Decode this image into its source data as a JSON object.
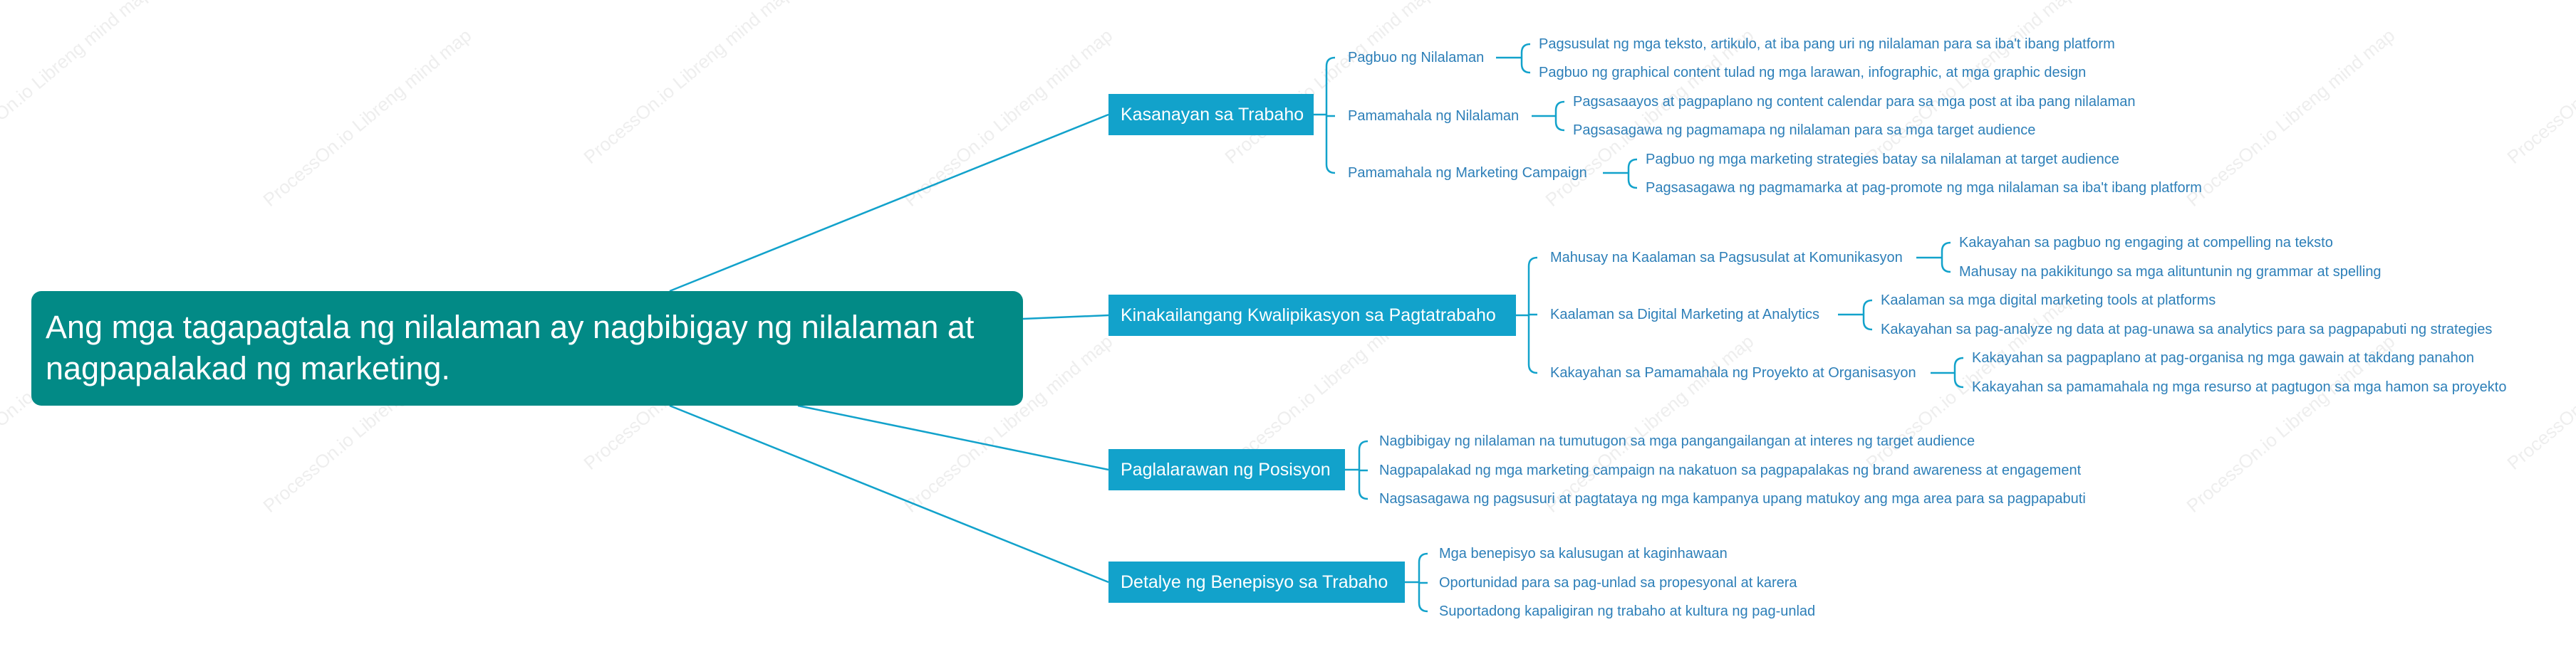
{
  "watermark": "ProcessOn.io Libreng mind map",
  "colors": {
    "root": "#028a86",
    "branch": "#12a2cb",
    "line": "#12a2cb",
    "text": "#2d7fb8"
  },
  "root": {
    "text": "Ang mga tagapagtala ng nilalaman ay nagbibigay ng nilalaman at nagpapalakad ng marketing."
  },
  "branches": [
    {
      "label": "Kasanayan sa Trabaho",
      "subtopics": [
        {
          "label": "Pagbuo ng Nilalaman",
          "details": [
            "Pagsusulat ng mga teksto, artikulo, at iba pang uri ng nilalaman para sa iba't ibang platform",
            "Pagbuo ng graphical content tulad ng mga larawan, infographic, at mga graphic design"
          ]
        },
        {
          "label": "Pamamahala ng Nilalaman",
          "details": [
            "Pagsasaayos at pagpaplano ng content calendar para sa mga post at iba pang nilalaman",
            "Pagsasagawa ng pagmamapa ng nilalaman para sa mga target audience"
          ]
        },
        {
          "label": "Pamamahala ng Marketing Campaign",
          "details": [
            "Pagbuo ng mga marketing strategies batay sa nilalaman at target audience",
            "Pagsasagawa ng pagmamarka at pag-promote ng mga nilalaman sa iba't ibang platform"
          ]
        }
      ]
    },
    {
      "label": "Kinakailangang Kwalipikasyon sa Pagtatrabaho",
      "subtopics": [
        {
          "label": "Mahusay na Kaalaman sa Pagsusulat at Komunikasyon",
          "details": [
            "Kakayahan sa pagbuo ng engaging at compelling na teksto",
            "Mahusay na pakikitungo sa mga alituntunin ng grammar at spelling"
          ]
        },
        {
          "label": "Kaalaman sa Digital Marketing at Analytics",
          "details": [
            "Kaalaman sa mga digital marketing tools at platforms",
            "Kakayahan sa pag-analyze ng data at pag-unawa sa analytics para sa pagpapabuti ng strategies"
          ]
        },
        {
          "label": "Kakayahan sa Pamamahala ng Proyekto at Organisasyon",
          "details": [
            "Kakayahan sa pagpaplano at pag-organisa ng mga gawain at takdang panahon",
            "Kakayahan sa pamamahala ng mga resurso at pagtugon sa mga hamon sa proyekto"
          ]
        }
      ]
    },
    {
      "label": "Paglalarawan ng Posisyon",
      "details": [
        "Nagbibigay ng nilalaman na tumutugon sa mga pangangailangan at interes ng target audience",
        "Nagpapalakad ng mga marketing campaign na nakatuon sa pagpapalakas ng brand awareness at engagement",
        "Nagsasagawa ng pagsusuri at pagtataya ng mga kampanya upang matukoy ang mga area para sa pagpapabuti"
      ]
    },
    {
      "label": "Detalye ng Benepisyo sa Trabaho",
      "details": [
        "Mga benepisyo sa kalusugan at kaginhawaan",
        "Oportunidad para sa pag-unlad sa propesyonal at karera",
        "Suportadong kapaligiran ng trabaho at kultura ng pag-unlad"
      ]
    }
  ]
}
